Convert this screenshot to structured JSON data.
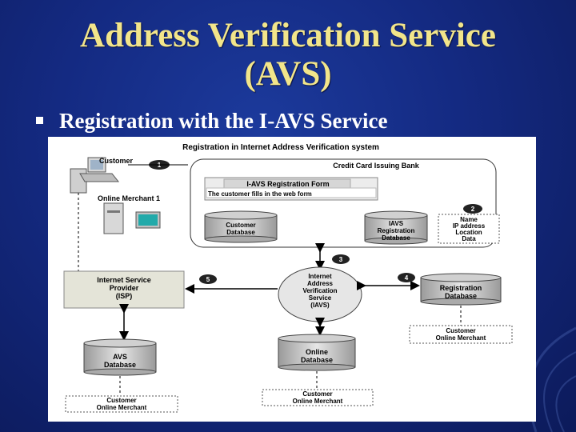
{
  "slide": {
    "title_line1": "Address Verification Service",
    "title_line2": "(AVS)",
    "bullet": "Registration with the I-AVS Service"
  },
  "diagram": {
    "caption": "Registration in Internet Address Verification system",
    "customer_label": "Customer",
    "merchant_label": "Online Merchant 1",
    "bank_label": "Credit Card Issuing Bank",
    "form_title": "I-AVS Registration Form",
    "form_text": "The customer fills in the web form",
    "customer_db": [
      "Customer",
      "Database"
    ],
    "iavs_db": [
      "IAVS",
      "Registration",
      "Database"
    ],
    "location_data": [
      "Name",
      "IP address",
      "Location",
      "Data"
    ],
    "isp": [
      "Internet Service",
      "Provider",
      "(ISP)"
    ],
    "iavs_service": [
      "Internet",
      "Address",
      "Verification",
      "Service",
      "(IAVS)"
    ],
    "registration_db": [
      "Registration",
      "Database"
    ],
    "avs_db": [
      "AVS",
      "Database"
    ],
    "online_db": [
      "Online",
      "Database"
    ],
    "customer_online_merchant": [
      "Customer",
      "Online Merchant"
    ],
    "steps": [
      "1",
      "2",
      "3",
      "4",
      "5"
    ]
  }
}
